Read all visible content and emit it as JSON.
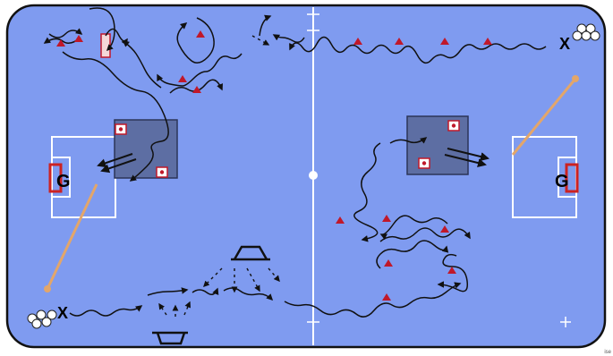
{
  "pitch": {
    "field_color": "#7f9bf0",
    "line_color": "#ffffff",
    "border_color": "#111111"
  },
  "labels": {
    "goalkeeper_left": "G",
    "goalkeeper_right": "G",
    "start_left": "X",
    "start_right": "X",
    "corner_note": "ise"
  },
  "colors": {
    "cone": "#c0182a",
    "grid_box": "#5d6ea3",
    "pass_line": "#e3a66a",
    "dribble_line": "#111111",
    "goal_frame": "#cc2222"
  },
  "icons": [
    "cone-icon",
    "ball-group-icon",
    "mini-goal-icon",
    "target-marker-icon",
    "arrow-icon"
  ]
}
